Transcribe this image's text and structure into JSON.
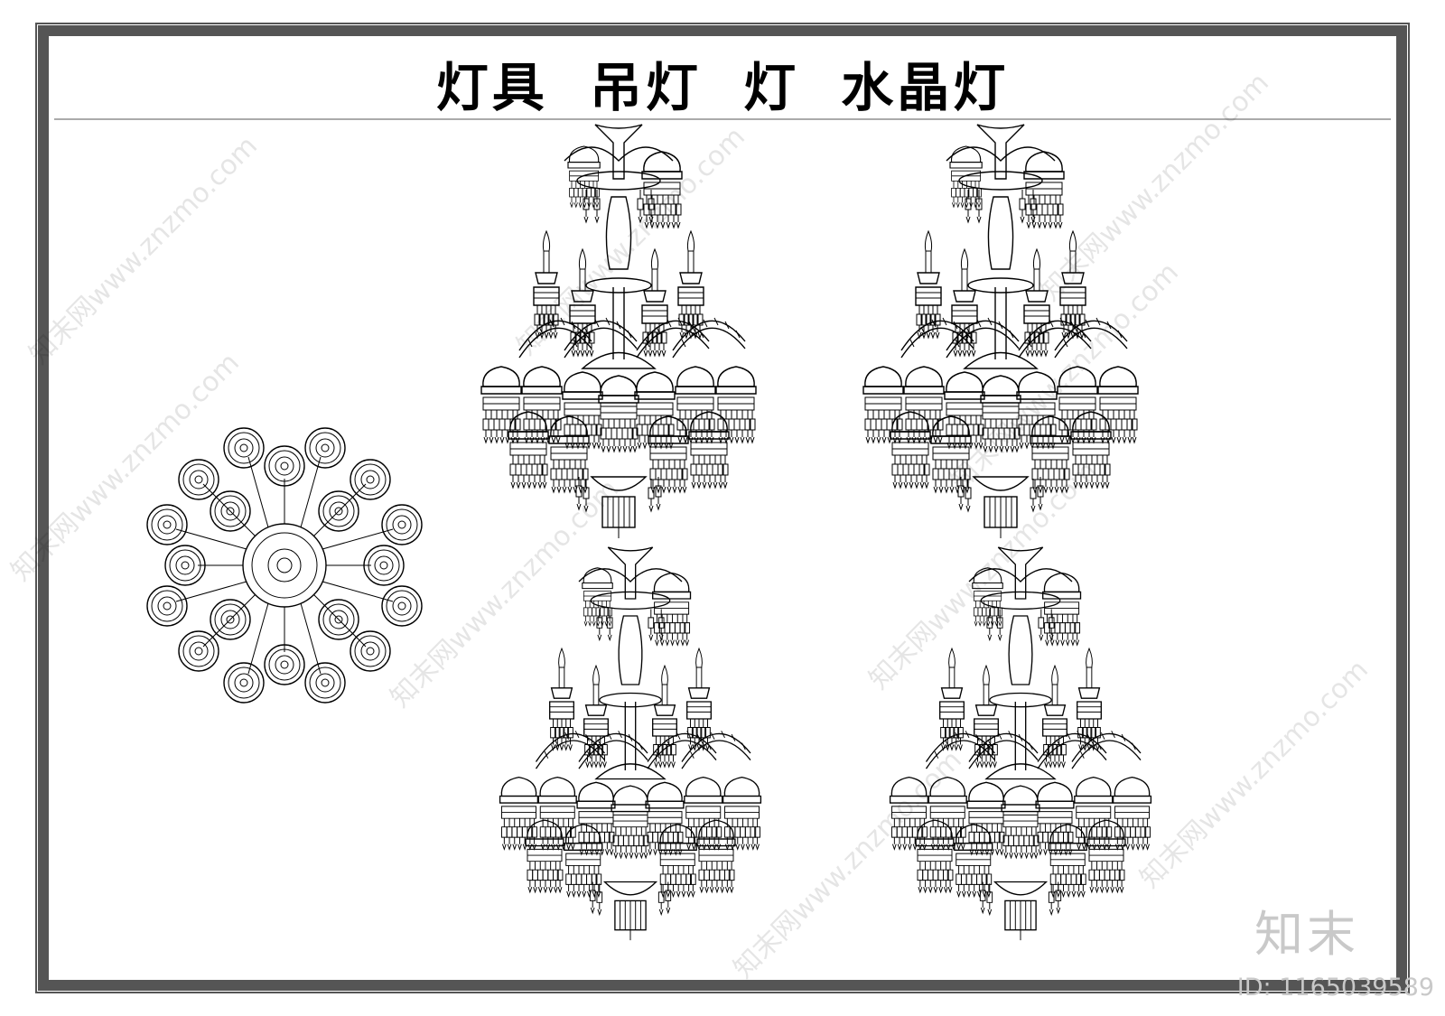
{
  "title": "灯具  吊灯  灯  水晶灯",
  "brand_mark": "知末",
  "asset_id": "ID: 1165039589",
  "watermark_text": "知末网www.znzmo.com",
  "colors": {
    "frame": "#555555",
    "line": "#000000",
    "watermark": "#c9c9c9"
  }
}
